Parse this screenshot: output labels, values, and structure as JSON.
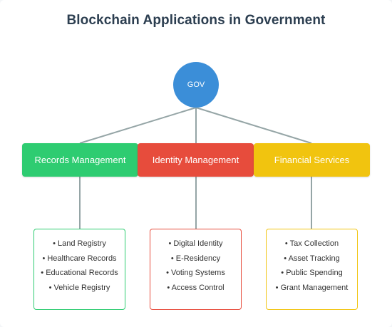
{
  "title": "Blockchain Applications in Government",
  "root": {
    "label": "GOV",
    "color": "#3b8ed8"
  },
  "line_color": "#95a5a6",
  "branches": [
    {
      "label": "Records Management",
      "color": "#2ecc71",
      "items": [
        "• Land Registry",
        "• Healthcare Records",
        "• Educational Records",
        "• Vehicle Registry"
      ]
    },
    {
      "label": "Identity Management",
      "color": "#e74c3c",
      "items": [
        "• Digital Identity",
        "• E-Residency",
        "• Voting Systems",
        "• Access Control"
      ]
    },
    {
      "label": "Financial Services",
      "color": "#f1c40f",
      "items": [
        "• Tax Collection",
        "• Asset Tracking",
        "• Public Spending",
        "• Grant Management"
      ]
    }
  ]
}
